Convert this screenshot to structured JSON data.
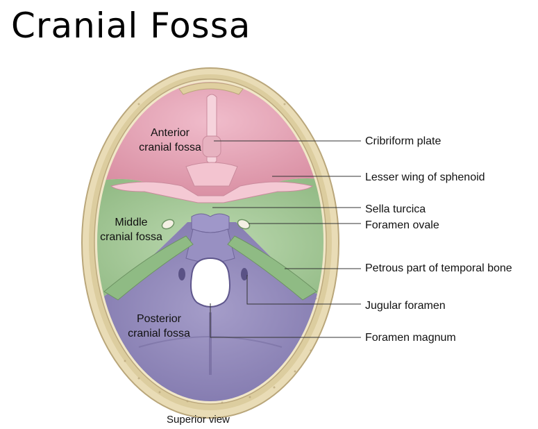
{
  "title": "Cranial Fossa",
  "regions": [
    {
      "line1": "Anterior",
      "line2": "cranial fossa"
    },
    {
      "line1": "Middle",
      "line2": "cranial fossa"
    },
    {
      "line1": "Posterior",
      "line2": "cranial fossa"
    }
  ],
  "labels": [
    "Cribriform plate",
    "Lesser wing of sphenoid",
    "Sella turcica",
    "Foramen ovale",
    "Petrous part of temporal bone",
    "Jugular foramen",
    "Foramen magnum"
  ],
  "caption": "Superior view",
  "colors": {
    "anterior": "#e3a6b5",
    "middle": "#a9cc9c",
    "posterior": "#8f86b8",
    "bone": "#ece0bd"
  }
}
